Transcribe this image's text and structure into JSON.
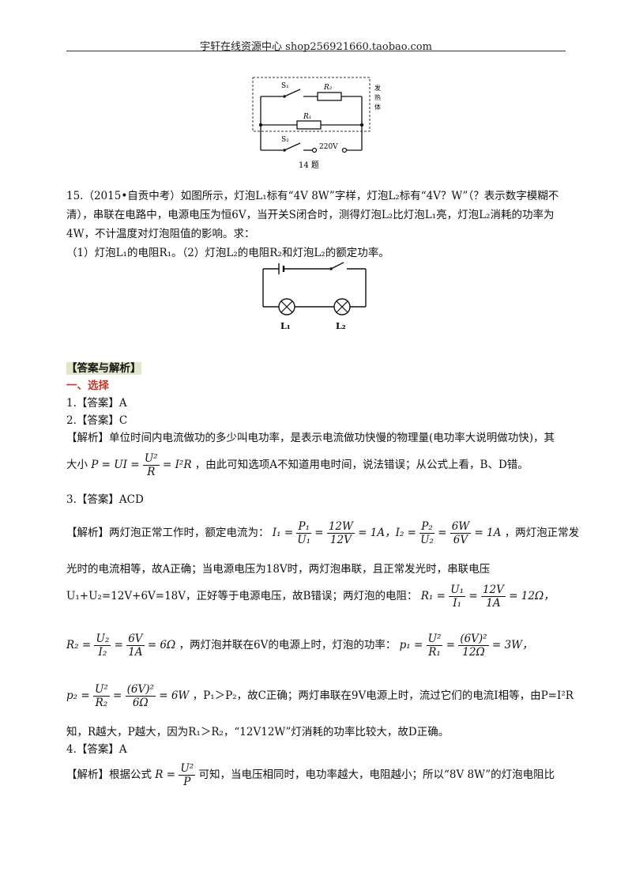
{
  "header": {
    "text": "宇轩在线资源中心   shop256921660.taobao.com"
  },
  "fig14": {
    "s1": "S₁",
    "r2": "R₂",
    "r1": "R₁",
    "s2": "S₂",
    "side": [
      "发",
      "热",
      "体"
    ],
    "volt": "220V",
    "caption": "14 题"
  },
  "q15": {
    "line1": "15.（2015•自贡中考）如图所示，灯泡L₁标有“4V 8W”字样，灯泡L₂标有“4V？W”（？表示数字模糊不",
    "line2": "清），串联在电路中，电源电压为恒6V，当开关S闭合时，测得灯泡L₂比灯泡L₁亮，灯泡L₂消耗的功率为",
    "line3": "4W，不计温度对灯泡阻值的影响。求：",
    "line4": "（1）灯泡L₁的电阻R₁。（2）灯泡L₂的电阻R₂和灯泡L₂的额定功率。"
  },
  "fig15": {
    "l1": "L₁",
    "l2": "L₂"
  },
  "answers": {
    "title": "【答案与解析】",
    "section1": "一、选择",
    "a1": "1.【答案】A",
    "a2": "2.【答案】C",
    "a2_exp1": "【解析】单位时间内电流做功的多少叫电功率，是表示电流做功快慢的物理量(电功率大说明做功快)，其",
    "a2_exp2_pre": "大小",
    "a2_exp2_post": "，由此可知选项A不知道用电时间，说法错误；从公式上看，B、D错。",
    "a3": "3.【答案】ACD",
    "a3_exp1_pre": "【解析】两灯泡正常工作时，额定电流为：",
    "a3_exp1_post": "，两灯泡正常发",
    "a3_exp2": "光时的电流相等，故A正确；当电源电压为18V时，两灯泡串联，且正常发光时，串联电压",
    "a3_exp3_pre": "U₁+U₂=12V+6V=18V，正好等于电源电压，故B错误；两灯泡的电阻：",
    "a3_exp4_mid": "，两灯泡并联在6V的电源上时，灯泡的功率：",
    "a3_exp5_post": "，P₁＞P₂，故C正确；两灯串联在9V电源上时，流过它们的电流I相等，由P=I²R",
    "a3_exp6": "知，R越大，P越大，因为R₁＞R₂，“12V12W”灯消耗的功率比较大，故D正确。",
    "a4": "4.【答案】A",
    "a4_exp_pre": "【解析】根据公式",
    "a4_exp_post": "可知，当电压相同时，电功率越大，电阻越小；所以“8V 8W”的灯泡电阻比"
  }
}
